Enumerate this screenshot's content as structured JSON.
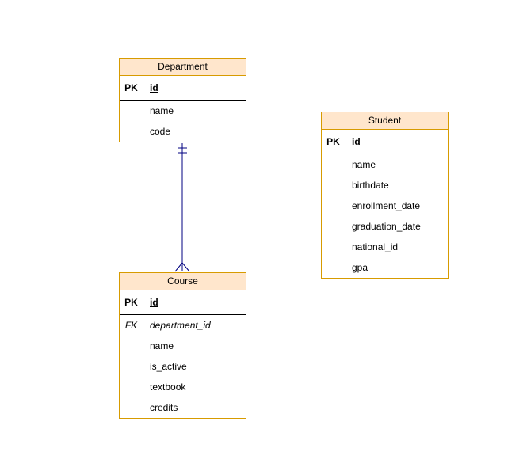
{
  "diagram": {
    "background": "#ffffff",
    "entity_border_color": "#d79b00",
    "entity_header_fill": "#ffe6cc",
    "row_divider_color": "#000000",
    "edge_color": "#000080"
  },
  "entities": [
    {
      "title": "Department",
      "rows": [
        {
          "key": "PK",
          "field": "id"
        },
        {
          "key": "",
          "field": "name"
        },
        {
          "key": "",
          "field": "code"
        }
      ]
    },
    {
      "title": "Student",
      "rows": [
        {
          "key": "PK",
          "field": "id"
        },
        {
          "key": "",
          "field": "name"
        },
        {
          "key": "",
          "field": "birthdate"
        },
        {
          "key": "",
          "field": "enrollment_date"
        },
        {
          "key": "",
          "field": "graduation_date"
        },
        {
          "key": "",
          "field": "national_id"
        },
        {
          "key": "",
          "field": "gpa"
        }
      ]
    },
    {
      "title": "Course",
      "rows": [
        {
          "key": "PK",
          "field": "id"
        },
        {
          "key": "FK",
          "field": "department_id"
        },
        {
          "key": "",
          "field": "name"
        },
        {
          "key": "",
          "field": "is_active"
        },
        {
          "key": "",
          "field": "textbook"
        },
        {
          "key": "",
          "field": "credits"
        }
      ]
    }
  ],
  "relationship": {
    "from": "Department",
    "to": "Course",
    "from_cardinality": "exactly-one",
    "to_cardinality": "many"
  }
}
